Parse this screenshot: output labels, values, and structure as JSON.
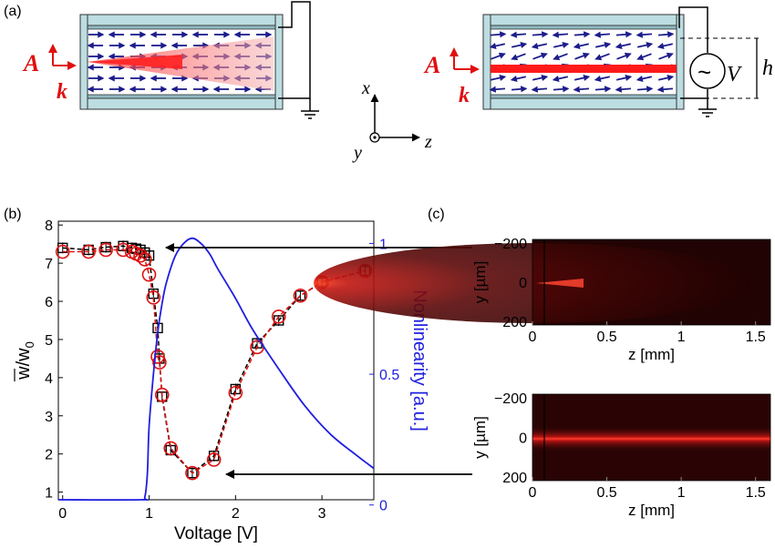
{
  "panel_labels": {
    "a": "(a)",
    "b": "(b)",
    "c": "(c)"
  },
  "schematic": {
    "field_label": "A",
    "wavevector_label": "k",
    "voltage_label": "V",
    "height_label": "h",
    "source_symbol": "~",
    "axes": {
      "x": "x",
      "y": "y",
      "z": "z"
    }
  },
  "colors": {
    "beam": "#ff1a1a",
    "spread": "#f4a8a8",
    "glass": "#bcdde2",
    "director": "#1c1c8c",
    "nonlinearity": "#1f1fe0",
    "sim_series": "#e01010",
    "exp_series": "#000000",
    "image_bg": "#1a0000"
  },
  "chart_data": [
    {
      "type": "line",
      "xlabel": "Voltage [V]",
      "ylabel": "w̄/w₀",
      "ylabel_parts": {
        "base": "w/w",
        "sub": "0"
      },
      "y2label": "Nonlinearity [a.u.]",
      "xlim": [
        -0.05,
        3.6
      ],
      "ylim": [
        0.8,
        8.1
      ],
      "y2lim": [
        0.02,
        1.085
      ],
      "xticks": [
        0,
        1,
        2,
        3
      ],
      "yticks": [
        1,
        2,
        3,
        4,
        5,
        6,
        7,
        8
      ],
      "y2ticks": [
        0,
        0.5,
        1
      ],
      "series": [
        {
          "marker": "square",
          "style": "dashed",
          "color": "#000000",
          "x": [
            0,
            0.3,
            0.5,
            0.7,
            0.8,
            0.85,
            0.9,
            0.95,
            1.0,
            1.05,
            1.1,
            1.12,
            1.15,
            1.25,
            1.5,
            1.75,
            2.0,
            2.25,
            2.5,
            2.75,
            3.0,
            3.5
          ],
          "y": [
            7.4,
            7.35,
            7.42,
            7.45,
            7.4,
            7.38,
            7.35,
            7.28,
            7.2,
            6.2,
            5.3,
            4.5,
            3.5,
            2.1,
            1.5,
            1.95,
            3.7,
            4.9,
            5.5,
            6.15,
            6.5,
            6.8
          ]
        },
        {
          "marker": "circle",
          "style": "dashed",
          "color": "#e01010",
          "x": [
            0,
            0.3,
            0.5,
            0.7,
            0.8,
            0.85,
            0.9,
            0.95,
            1.0,
            1.05,
            1.1,
            1.12,
            1.15,
            1.25,
            1.5,
            1.75,
            2.0,
            2.25,
            2.5,
            2.75,
            3.0,
            3.5
          ],
          "y": [
            7.3,
            7.3,
            7.35,
            7.35,
            7.3,
            7.25,
            7.2,
            7.1,
            6.7,
            6.1,
            4.55,
            4.4,
            3.55,
            2.15,
            1.5,
            1.85,
            3.6,
            4.8,
            5.6,
            6.15,
            6.5,
            6.8
          ]
        },
        {
          "axis": "right",
          "style": "solid",
          "color": "#1f1fe0",
          "x": [
            -0.05,
            0.9,
            0.95,
            0.98,
            1.0,
            1.05,
            1.1,
            1.15,
            1.2,
            1.3,
            1.4,
            1.5,
            1.6,
            1.7,
            1.8,
            2.0,
            2.2,
            2.5,
            2.8,
            3.1,
            3.4,
            3.6
          ],
          "y": [
            0.02,
            0.02,
            0.03,
            0.12,
            0.3,
            0.5,
            0.66,
            0.77,
            0.85,
            0.95,
            1.0,
            1.02,
            1.0,
            0.96,
            0.9,
            0.79,
            0.67,
            0.52,
            0.38,
            0.27,
            0.19,
            0.14
          ]
        }
      ]
    },
    {
      "type": "heatmap",
      "xlabel": "z [mm]",
      "ylabel": "y [µm]",
      "xticks": [
        "0",
        "0.5",
        "1",
        "1.5"
      ],
      "yticks": [
        "−200",
        "0",
        "200"
      ]
    },
    {
      "type": "heatmap",
      "xlabel": "z [mm]",
      "ylabel": "y [µm]",
      "xticks": [
        "0",
        "0.5",
        "1",
        "1.5"
      ],
      "yticks": [
        "−200",
        "0",
        "200"
      ]
    }
  ]
}
